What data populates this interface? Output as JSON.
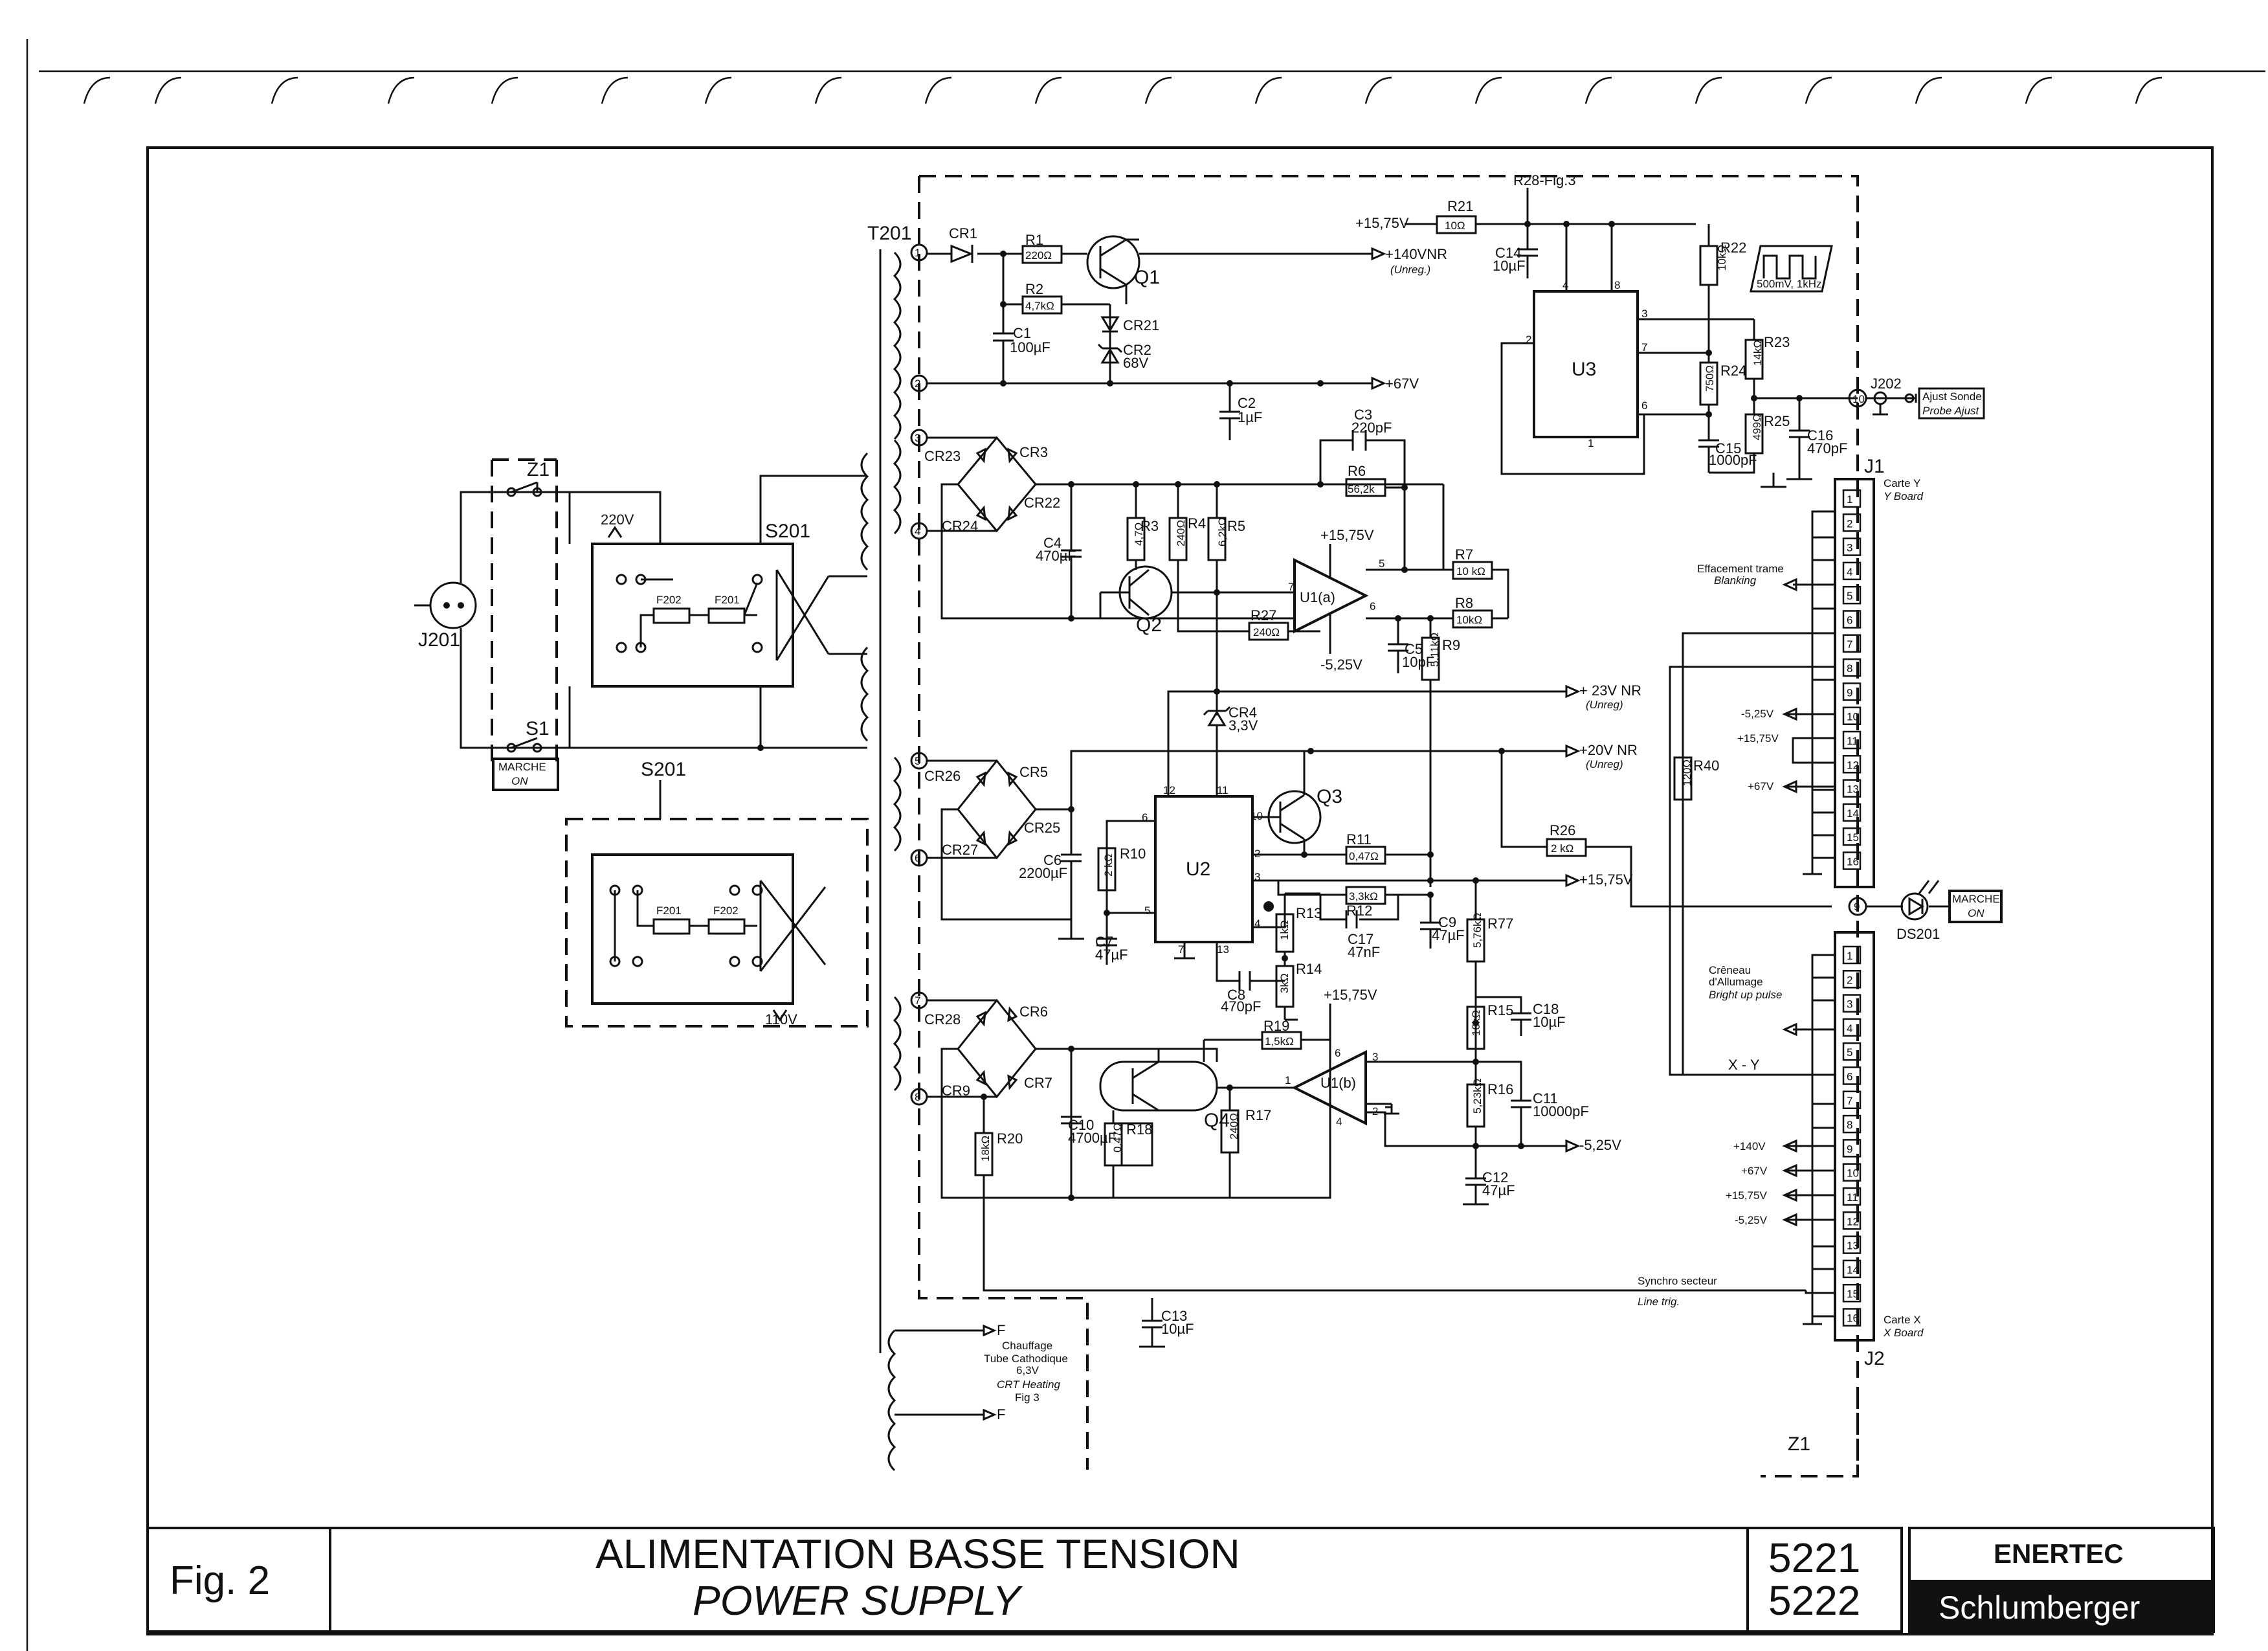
{
  "title_block": {
    "fig": "Fig. 2",
    "title_fr": "ALIMENTATION  BASSE TENSION",
    "title_en": "POWER  SUPPLY",
    "model_1": "5221",
    "model_2": "5222",
    "brand": "ENERTEC",
    "company": "Schlumberger"
  },
  "components": {
    "T201": "T201",
    "CR1": "CR1",
    "R1": "R1",
    "R1_val": "220Ω",
    "Q1": "Q1",
    "R2": "R2",
    "R2_val": "4,7kΩ",
    "CR21": "CR21",
    "C1": "C1",
    "C1_val": "100µF",
    "CR2": "CR2",
    "CR2_val": "68V",
    "C2": "C2",
    "C2_val": "1µF",
    "R21": "R21",
    "R21_val": "10Ω",
    "R28": "R28-Fig.3",
    "C14": "C14",
    "C14_val": "10µF",
    "U3": "U3",
    "R22": "R22",
    "R22_val": "10kΩ",
    "R23": "R23",
    "R23_val": "14kΩ",
    "R24": "R24",
    "R24_val": "750Ω",
    "R25": "R25",
    "R25_val": "499Ω",
    "C15": "C15",
    "C15_val": "1000pF",
    "C16": "C16",
    "C16_val": "470pF",
    "J202": "J202",
    "J202_lbl_fr": "Ajust Sonde",
    "J202_lbl_en": "Probe Ajust",
    "scope": "500mV, 1kHz",
    "C3": "C3",
    "C3_val": "220pF",
    "R6": "R6",
    "R6_val": "56,2k",
    "CR3": "CR3",
    "CR22": "CR22",
    "CR23": "CR23",
    "CR24": "CR24",
    "C4": "C4",
    "C4_val": "470µF",
    "R3": "R3",
    "R3_val": "4,7Ω",
    "R4": "R4",
    "R4_val": "240Ω",
    "R5": "R5",
    "R5_val": "6,2kΩ",
    "Q2": "Q2",
    "R27": "R27",
    "R27_val": "240Ω",
    "U1a": "U1(a)",
    "R7": "R7",
    "R7_val": "10 kΩ",
    "R8": "R8",
    "R8_val": "10kΩ",
    "C5": "C5",
    "C5_val": "10pF",
    "R9": "R9",
    "R9_val": "5,11kΩ",
    "CR4": "CR4",
    "CR4_val": "3,3V",
    "U2": "U2",
    "Q3": "Q3",
    "CR5": "CR5",
    "CR25": "CR25",
    "CR26": "CR26",
    "CR27": "CR27",
    "C6": "C6",
    "C6_val": "2200µF",
    "R10": "R10",
    "R10_val": "2 kΩ",
    "C7": "C7",
    "C7_val": "47µF",
    "R11": "R11",
    "R11_val": "0,47Ω",
    "R12": "R12",
    "R12_val": "3,3kΩ",
    "C17": "C17",
    "C17_val": "47nF",
    "C9": "C9",
    "C9_val": "47µF",
    "R77": "R77",
    "R77_val": "5,76kΩ",
    "R13": "R13",
    "R13_val": "1kΩ",
    "R14": "R14",
    "R14_val": "3kΩ",
    "C8": "C8",
    "C8_val": "470pF",
    "R26": "R26",
    "R26_val": "2 kΩ",
    "CR6": "CR6",
    "CR7": "CR7",
    "CR28": "CR28",
    "CR9": "CR9",
    "C10": "C10",
    "C10_val": "4700µF",
    "R18": "R18",
    "R18_val": "0,47Ω",
    "Q4": "Q4",
    "R17": "R17",
    "R17_val": "240Ω",
    "R19": "R19",
    "R19_val": "1,5kΩ",
    "U1b": "U1(b)",
    "R15": "R15",
    "R15_val": "10kΩ",
    "C18": "C18",
    "C18_val": "10µF",
    "R16": "R16",
    "R16_val": "5,23kΩ",
    "C11": "C11",
    "C11_val": "10000pF",
    "C12": "C12",
    "C12_val": "47µF",
    "R20": "R20",
    "R20_val": "18kΩ",
    "C13": "C13",
    "C13_val": "10µF",
    "R40": "R40",
    "R40_val": "120Ω",
    "DS201": "DS201",
    "Z1": "Z1",
    "S1": "S1",
    "S201": "S201",
    "J201": "J201",
    "F201": "F201",
    "F202": "F202"
  },
  "rails": {
    "v140": "+140VNR",
    "v140_sub": "(Unreg.)",
    "v67": "+67V",
    "v15p": "+15,75V",
    "v5n": "-5,25V",
    "v23": "+ 23V NR",
    "v23_sub": "(Unreg)",
    "v20": "+20V NR",
    "v20_sub": "(Unreg)",
    "v15_out": "+15,75V",
    "v5_out": "-5,25V"
  },
  "switch": {
    "v220": "220V",
    "v110": "110V",
    "marche": "MARCHE",
    "on": "ON"
  },
  "j1": {
    "name": "J1",
    "board_fr": "Carte Y",
    "board_en": "Y Board",
    "blank_fr": "Effacement trame",
    "blank_en": "Blanking",
    "m525": "-5,25V",
    "p1575": "+15,75V",
    "p67": "+67V",
    "pins": [
      "1",
      "2",
      "3",
      "4",
      "5",
      "6",
      "7",
      "8",
      "9",
      "10",
      "11",
      "12",
      "13",
      "14",
      "15",
      "16"
    ]
  },
  "j2": {
    "name": "J2",
    "board_fr": "Carte X",
    "board_en": "X Board",
    "bright_fr": "Crêneau",
    "bright_fr2": "d'Allumage",
    "bright_en": "Bright up pulse",
    "xy": "X - Y",
    "p140": "+140V",
    "p67": "+67V",
    "p1575": "+15,75V",
    "m525": "-5,25V",
    "sync_fr": "Synchro secteur",
    "sync_en": "Line trig.",
    "pins": [
      "1",
      "2",
      "3",
      "4",
      "5",
      "6",
      "7",
      "8",
      "9",
      "10",
      "11",
      "12",
      "13",
      "14",
      "15",
      "16"
    ]
  },
  "heater": {
    "fr1": "Chauffage",
    "fr2": "Tube Cathodique",
    "v": "6,3V",
    "en": "CRT Heating",
    "ref": "Fig 3",
    "f": "F"
  },
  "pins": {
    "t1": "1",
    "t2": "2",
    "t3": "3",
    "t4": "4",
    "t5": "5",
    "t6": "6",
    "t7": "7",
    "t8": "8",
    "u3_2": "2",
    "u3_3": "3",
    "u3_4": "4",
    "u3_6": "6",
    "u3_7": "7",
    "u3_8": "8",
    "u3_1": "1",
    "u2_6": "6",
    "u2_5": "5",
    "u2_12": "12",
    "u2_11": "11",
    "u2_10": "10",
    "u2_2": "2",
    "u2_3": "3",
    "u2_4": "4",
    "u2_7": "7",
    "u2_13": "13",
    "u1a_7": "7",
    "u1a_5": "5",
    "u1a_6": "6",
    "u1b_1": "1",
    "u1b_6": "6",
    "u1b_3": "3",
    "u1b_2": "2",
    "u1b_4": "4",
    "n9": "9",
    "n10": "10"
  }
}
